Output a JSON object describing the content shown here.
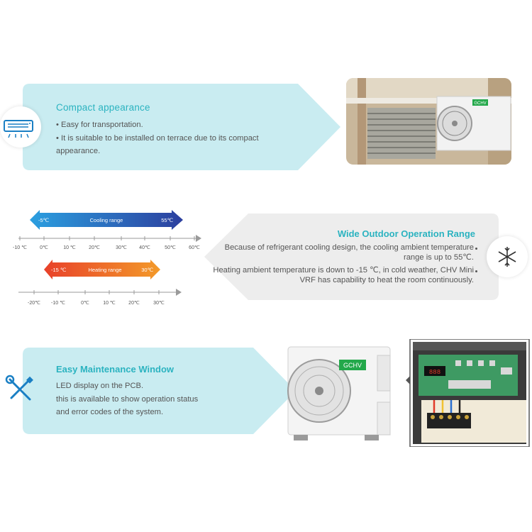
{
  "section1": {
    "title": "Compact appearance",
    "bullets": [
      "Easy for transportation.",
      "It is suitable to be installed on terrace due to its compact appearance."
    ],
    "photo_brand": "GCHV"
  },
  "section2": {
    "title": "Wide Outdoor Operation Range",
    "paragraphs": [
      "Because of refrigerant cooling design, the cooling ambient temperature range is up to 55℃.",
      "Heating ambient temperature is down to -15 ℃, in cold weather, CHV Mini  VRF has capability to heat the room continuously."
    ],
    "cooling": {
      "label": "Cooling range",
      "min_label": "-5℃",
      "max_label": "55℃",
      "ticks": [
        "-10 ℃",
        "0℃",
        "10 ℃",
        "20℃",
        "30℃",
        "40℃",
        "50℃",
        "60℃"
      ],
      "color_start": "#2b9fe0",
      "color_end": "#2c3f9e"
    },
    "heating": {
      "label": "Heating range",
      "min_label": "-15 ℃",
      "max_label": "30℃",
      "ticks": [
        "-20℃",
        "-10 ℃",
        "0℃",
        "10 ℃",
        "20℃",
        "30℃"
      ],
      "color_start": "#e8412a",
      "color_end": "#f39a2a"
    }
  },
  "section3": {
    "title": "Easy Maintenance Window",
    "lines": [
      "LED display on the PCB.",
      "this is available to show operation status",
      "and error codes of the system."
    ],
    "unit_brand": "GCHV"
  },
  "colors": {
    "banner": "#c9ecf1",
    "accent": "#2bb3c0",
    "icon_blue": "#1a7fc4"
  },
  "icons": {
    "s1": "air-conditioner-icon",
    "s2": "snowflake-sun-icon",
    "s3": "wrench-screwdriver-icon"
  }
}
